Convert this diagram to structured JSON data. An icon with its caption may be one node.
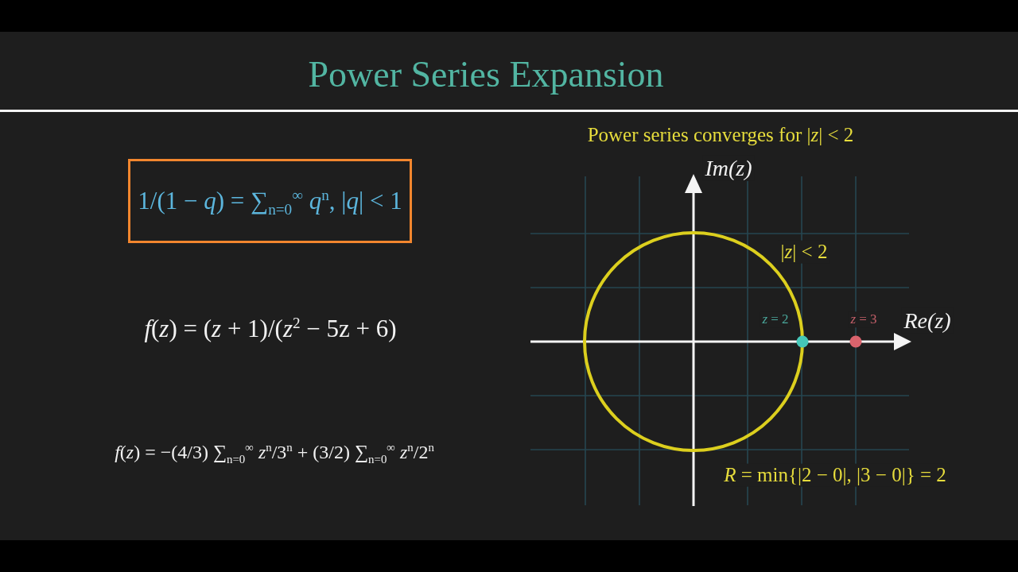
{
  "diagram": {
    "title": "Power Series Expansion",
    "nodes": [
      {
        "text": [
          "1/(1 − *q*) = ∑$_{n=0}$$^{∞}$ *q*$^{n}$, |*q*| < 1"
        ]
      }
    ],
    "labels": [
      "*f*(*z*) = (*z* + 1)/(*z*$^{2}$ − 5z + 6)",
      "*f*(*z*) = −(4/3) ∑$_{n=0}$$^{∞}$ *z*$^{n}$/3$^{n}$ + (3/2) ∑$_{n=0}$$^{∞}$ *z*$^{n}$/2$^{n}$",
      "Power series converges for |*z*| < 2",
      "Im(z)",
      "|*z*| < 2",
      "*z* = 2",
      "*z* = 3",
      "Re(z)",
      "*R* = min{|2 − 0|, |3 − 0|} = 2"
    ]
  }
}
